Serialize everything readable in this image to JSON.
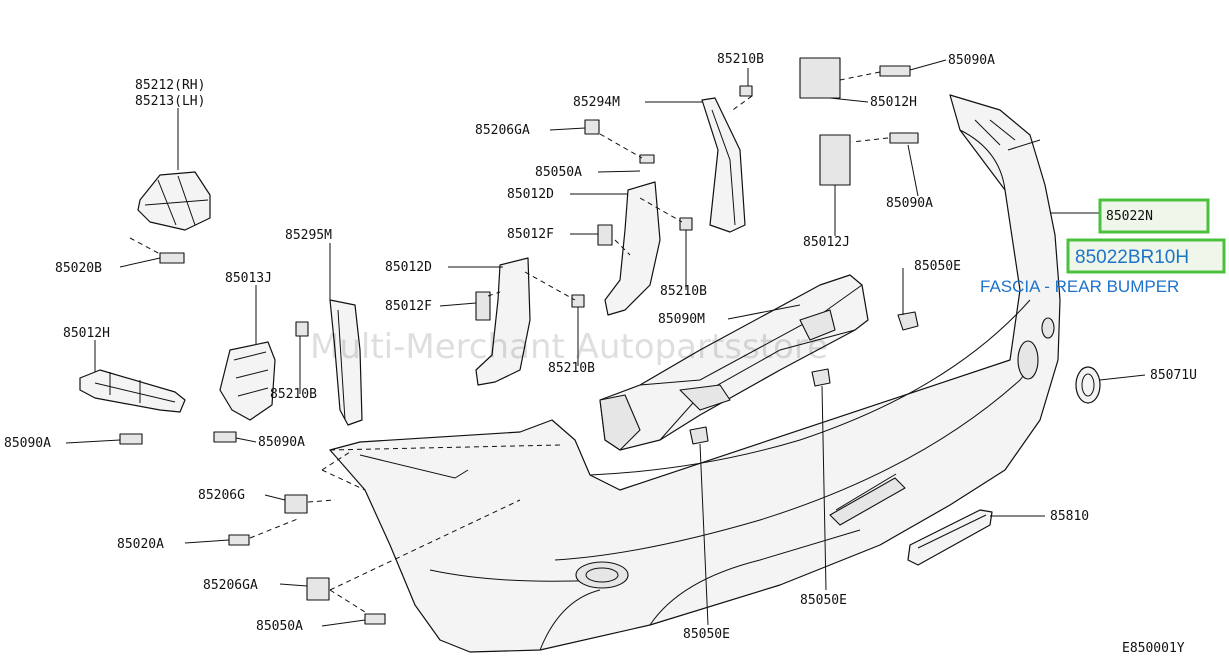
{
  "watermark": "Multi-Merchant Autopartsstore",
  "highlight": {
    "part_number": "85022N",
    "replacement_number": "85022BR10H",
    "description": "FASCIA - REAR BUMPER"
  },
  "figure_code": "E850001Y",
  "labels": {
    "l85212": "85212(RH)",
    "l85213": "85213(LH)",
    "l85020B": "85020B",
    "l85012H_left": "85012H",
    "l85090A_left": "85090A",
    "l85013J": "85013J",
    "l85090A_mid": "85090A",
    "l85210B_a": "85210B",
    "l85295M": "85295M",
    "l85012D_a": "85012D",
    "l85012F_a": "85012F",
    "l85210B_b": "85210B",
    "l85206GA_top": "85206GA",
    "l85050A_top": "85050A",
    "l85012D_b": "85012D",
    "l85012F_b": "85012F",
    "l85294M": "85294M",
    "l85210B_top": "85210B",
    "l85210B_c": "85210B",
    "l85090A_top": "85090A",
    "l85012H_top": "85012H",
    "l85090A_r": "85090A",
    "l85012J": "85012J",
    "l85050E_r": "85050E",
    "l85090M": "85090M",
    "l85071U": "85071U",
    "l85810": "85810",
    "l85206G": "85206G",
    "l85020A": "85020A",
    "l85206GA_bot": "85206GA",
    "l85050A_bot": "85050A",
    "l85050E_b1": "85050E",
    "l85050E_b2": "85050E"
  },
  "colors": {
    "highlight_border": "#49c13c",
    "highlight_text": "#1f73c9"
  }
}
